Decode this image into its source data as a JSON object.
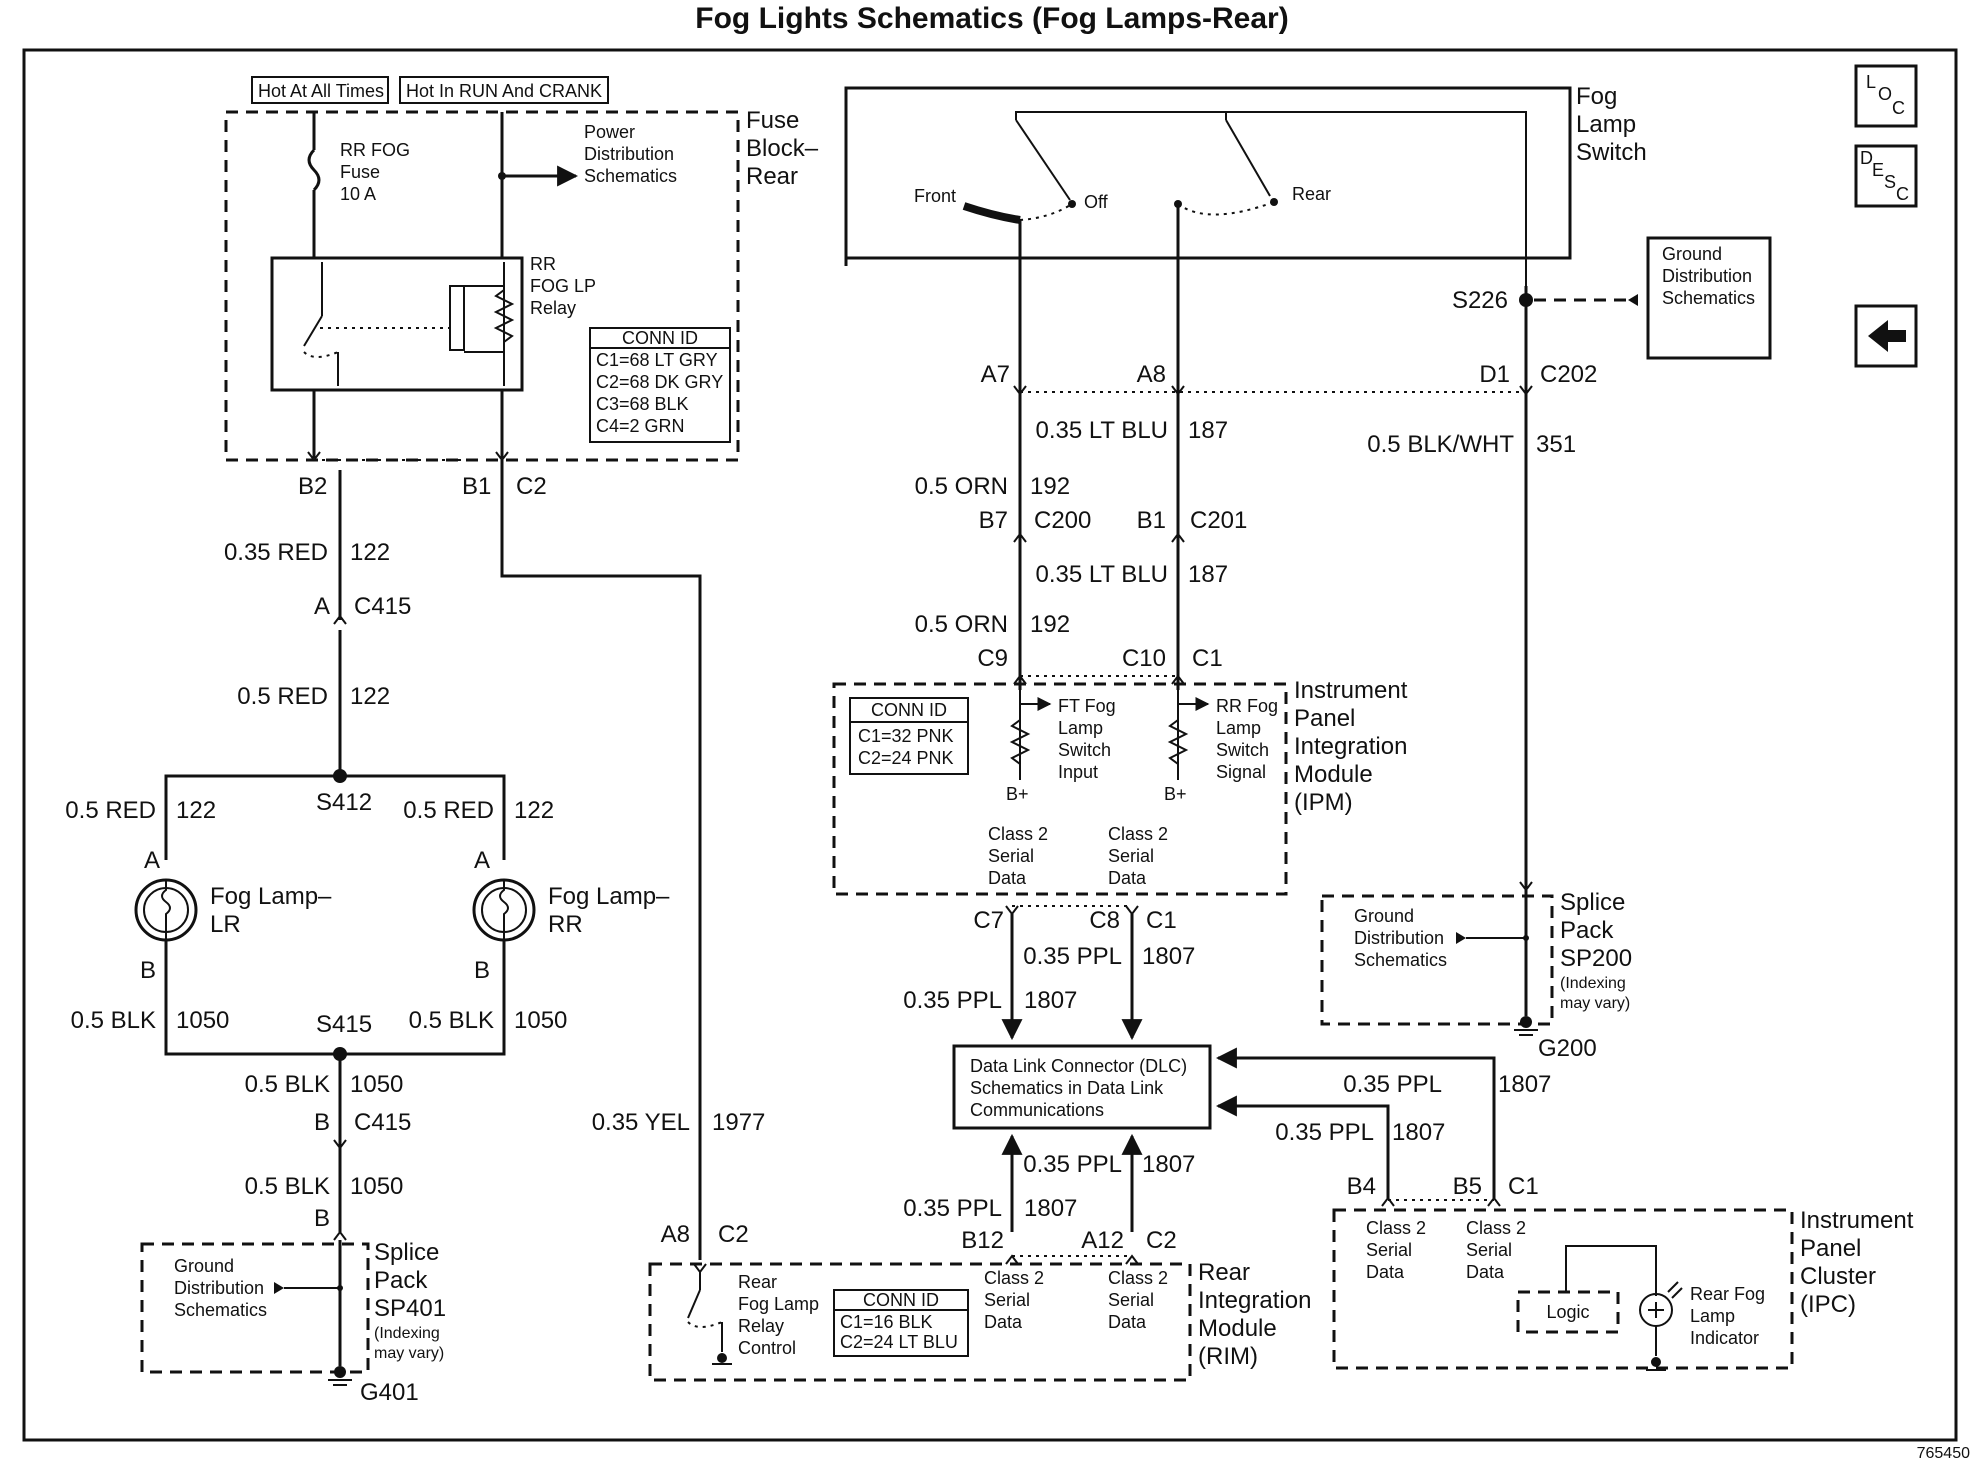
{
  "title": "Fog Lights Schematics (Fog Lamps-Rear)",
  "figure_id": "765450",
  "nav": {
    "loc": [
      "L",
      "O",
      "C"
    ],
    "desc": [
      "D",
      "E",
      "S",
      "C"
    ]
  },
  "power": {
    "hot_all": "Hot At All Times",
    "hot_run": "Hot In RUN And CRANK"
  },
  "fuse_block": {
    "name": [
      "Fuse",
      "Block–",
      "Rear"
    ],
    "fuse": [
      "RR FOG",
      "Fuse",
      "10 A"
    ],
    "power_dist": [
      "Power",
      "Distribution",
      "Schematics"
    ],
    "relay": [
      "RR",
      "FOG LP",
      "Relay"
    ],
    "conn_id": [
      "CONN ID",
      "C1=68 LT GRY",
      "C2=68 DK GRY",
      "C3=68 BLK",
      "C4=2 GRN"
    ]
  },
  "switch": {
    "name": [
      "Fog",
      "Lamp",
      "Switch"
    ],
    "front": "Front",
    "off": "Off",
    "rear": "Rear"
  },
  "ground_box_s226": [
    "Ground",
    "Distribution",
    "Schematics"
  ],
  "conn": {
    "s226": "S226",
    "a7": "A7",
    "a8_top": "A8",
    "d1": "D1",
    "c202": "C202",
    "b2": "B2",
    "b1": "B1",
    "c2_fuse": "C2",
    "a_c415": "A",
    "c415_a": "C415",
    "s412": "S412",
    "s415": "S415",
    "b_c415": "B",
    "c415_b": "C415",
    "b_sp401": "B",
    "b7": "B7",
    "c200": "C200",
    "b1_c201": "B1",
    "c201": "C201",
    "c9": "C9",
    "c10": "C10",
    "c1_ipm": "C1",
    "c7": "C7",
    "c8": "C8",
    "c1_ipm_bot": "C1",
    "a8_rim": "A8",
    "c2_rim": "C2",
    "b12": "B12",
    "a12": "A12",
    "c2_rim2": "C2",
    "b4": "B4",
    "b5": "B5",
    "c1_ipc": "C1",
    "g401": "G401",
    "g200": "G200",
    "lamp_lr_a": "A",
    "lamp_lr_b": "B",
    "lamp_rr_a": "A",
    "lamp_rr_b": "B"
  },
  "wires": {
    "w122_1": [
      "0.35 RED",
      "122"
    ],
    "w122_2": [
      "0.5 RED",
      "122"
    ],
    "w122_lr": [
      "0.5 RED",
      "122"
    ],
    "w122_rr": [
      "0.5 RED",
      "122"
    ],
    "w1050_lr": [
      "0.5 BLK",
      "1050"
    ],
    "w1050_rr": [
      "0.5 BLK",
      "1050"
    ],
    "w1050_1": [
      "0.5 BLK",
      "1050"
    ],
    "w1050_2": [
      "0.5 BLK",
      "1050"
    ],
    "w1977": [
      "0.35 YEL",
      "1977"
    ],
    "w187_1": [
      "0.35 LT BLU",
      "187"
    ],
    "w192_1": [
      "0.5 ORN",
      "192"
    ],
    "w187_2": [
      "0.35 LT BLU",
      "187"
    ],
    "w192_2": [
      "0.5 ORN",
      "192"
    ],
    "w351": [
      "0.5 BLK/WHT",
      "351"
    ],
    "w1807_a": [
      "0.35 PPL",
      "1807"
    ],
    "w1807_b": [
      "0.35 PPL",
      "1807"
    ],
    "w1807_c": [
      "0.35 PPL",
      "1807"
    ],
    "w1807_d": [
      "0.35 PPL",
      "1807"
    ],
    "w1807_e": [
      "0.35 PPL",
      "1807"
    ],
    "w1807_f": [
      "0.35 PPL",
      "1807"
    ]
  },
  "lamps": {
    "lr": [
      "Fog Lamp–",
      "LR"
    ],
    "rr": [
      "Fog Lamp–",
      "RR"
    ]
  },
  "sp401": {
    "name": [
      "Splice",
      "Pack",
      "SP401"
    ],
    "note": [
      "(Indexing",
      "may vary)"
    ],
    "ground": [
      "Ground",
      "Distribution",
      "Schematics"
    ]
  },
  "sp200": {
    "name": [
      "Splice",
      "Pack",
      "SP200"
    ],
    "note": [
      "(Indexing",
      "may vary)"
    ],
    "ground": [
      "Ground",
      "Distribution",
      "Schematics"
    ]
  },
  "ipm": {
    "name": [
      "Instrument",
      "Panel",
      "Integration",
      "Module",
      "(IPM)"
    ],
    "conn_id": [
      "CONN ID",
      "C1=32 PNK",
      "C2=24 PNK"
    ],
    "ft": [
      "FT Fog",
      "Lamp",
      "Switch",
      "Input"
    ],
    "rr": [
      "RR Fog",
      "Lamp",
      "Switch",
      "Signal"
    ],
    "bplus": "B+",
    "serial": [
      "Class 2",
      "Serial",
      "Data"
    ]
  },
  "dlc": [
    "Data Link Connector (DLC)",
    "Schematics in Data Link",
    "Communications"
  ],
  "rim": {
    "name": [
      "Rear",
      "Integration",
      "Module",
      "(RIM)"
    ],
    "relay": [
      "Rear",
      "Fog Lamp",
      "Relay",
      "Control"
    ],
    "conn_id": [
      "CONN ID",
      "C1=16 BLK",
      "C2=24 LT BLU"
    ],
    "serial": [
      "Class 2",
      "Serial",
      "Data"
    ]
  },
  "ipc": {
    "name": [
      "Instrument",
      "Panel",
      "Cluster",
      "(IPC)"
    ],
    "serial": [
      "Class 2",
      "Serial",
      "Data"
    ],
    "logic": "Logic",
    "indicator": [
      "Rear Fog",
      "Lamp",
      "Indicator"
    ]
  }
}
